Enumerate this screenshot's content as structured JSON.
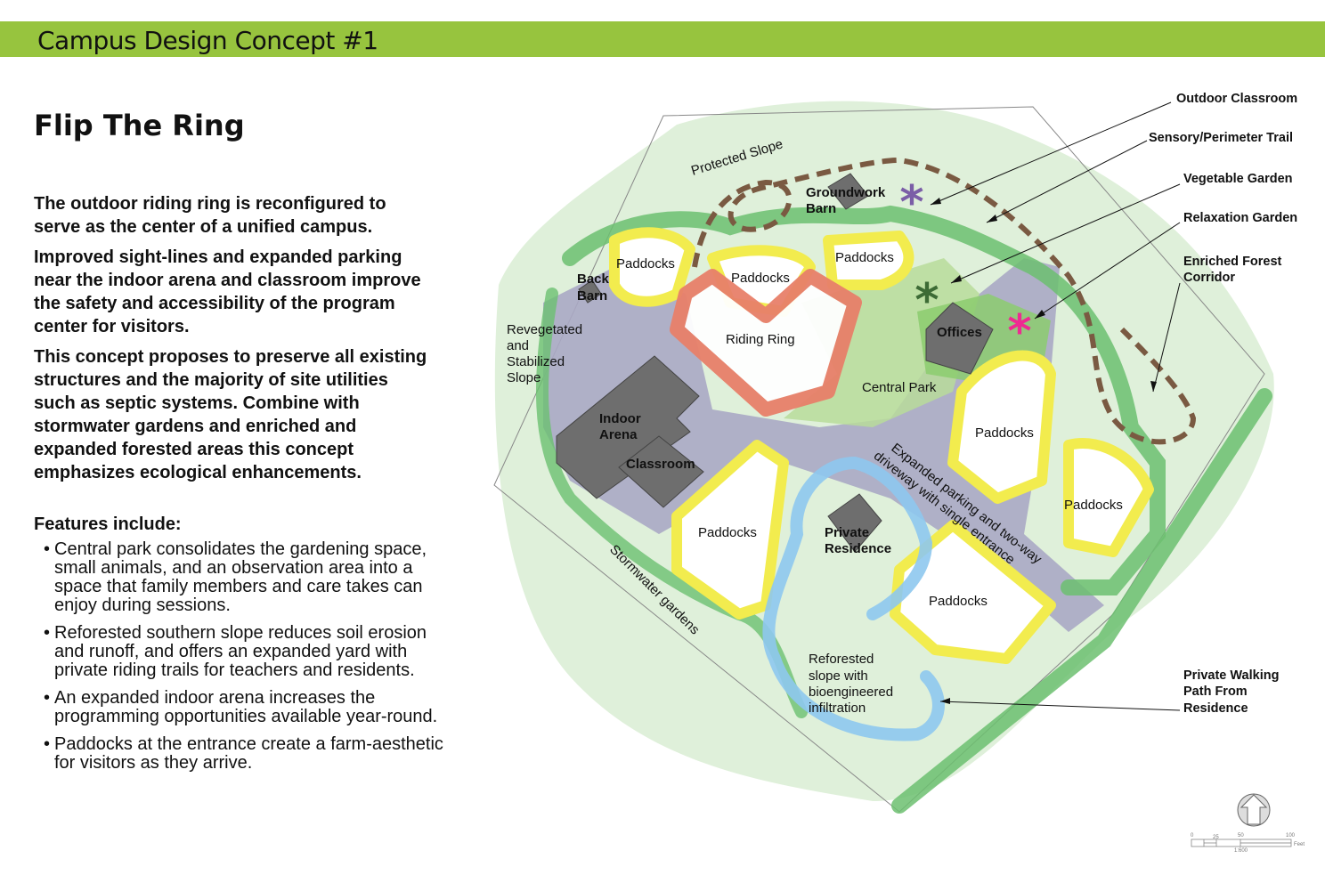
{
  "header": {
    "title": "Campus Design Concept #1"
  },
  "concept_title": "Flip The Ring",
  "intro": [
    "The outdoor riding ring is reconfigured to serve as the center of a unified campus.",
    "Improved sight-lines and expanded parking near the indoor arena and classroom improve the safety and accessibility of the program center for visitors.",
    "This concept proposes to preserve all existing structures and the majority of site utilities such as septic systems. Combine with stormwater gardens and enriched and expanded forested areas this concept emphasizes ecological enhancements."
  ],
  "features": {
    "heading": "Features include:",
    "bullet": "•",
    "items": [
      "Central park consolidates the gardening space, small animals, and an observation area into a space that family members and care takes can enjoy during sessions.",
      "Reforested southern slope reduces soil erosion and runoff, and offers an expanded yard with private riding trails for teachers and residents.",
      "An expanded indoor arena increases the programming opportunities available year-round.",
      "Paddocks at the entrance create a farm-aesthetic for visitors as they arrive."
    ]
  },
  "map": {
    "labels": {
      "protected_slope": "Protected Slope",
      "groundwork_barn": [
        "Groundwork",
        "Barn"
      ],
      "back_barn": [
        "Back",
        "Barn"
      ],
      "paddocks": "Paddocks",
      "riding_ring": "Riding Ring",
      "offices": "Offices",
      "central_park": "Central Park",
      "revegetated": [
        "Revegetated",
        "and",
        "Stabilized",
        "Slope"
      ],
      "indoor_arena": [
        "Indoor",
        "Arena"
      ],
      "classroom": "Classroom",
      "private_residence": [
        "Private",
        "Residence"
      ],
      "expanded_parking": [
        "Expanded parking and two-way",
        "driveway with single entrance"
      ],
      "stormwater": "Stormwater gardens",
      "reforested": [
        "Reforested",
        "slope with",
        "bioengineered",
        "infiltration"
      ]
    },
    "callouts": {
      "outdoor_classroom": "Outdoor Classroom",
      "sensory_trail": "Sensory/Perimeter Trail",
      "vegetable_garden": "Vegetable Garden",
      "relaxation_garden": "Relaxation Garden",
      "enriched_forest": [
        "Enriched Forest",
        "Corridor"
      ],
      "private_walking": [
        "Private Walking",
        "Path From",
        "Residence"
      ]
    },
    "scale": {
      "ticks": [
        "0",
        "25",
        "50",
        "100"
      ],
      "unit": "Feet",
      "ratio": "1:600"
    },
    "colors": {
      "header": "#97c43e",
      "green_band": "#6cc070",
      "paddock": "#f2ec4e",
      "ring": "#e8806a",
      "paving": "#a9a8c2",
      "building": "#6e6e6e",
      "path": "#8ec8ee",
      "trail": "#7a5a42",
      "outdoor_classroom": "#7b5ea7",
      "vegetable_garden": "#3d6b35",
      "relaxation_garden": "#ee2a92"
    }
  }
}
